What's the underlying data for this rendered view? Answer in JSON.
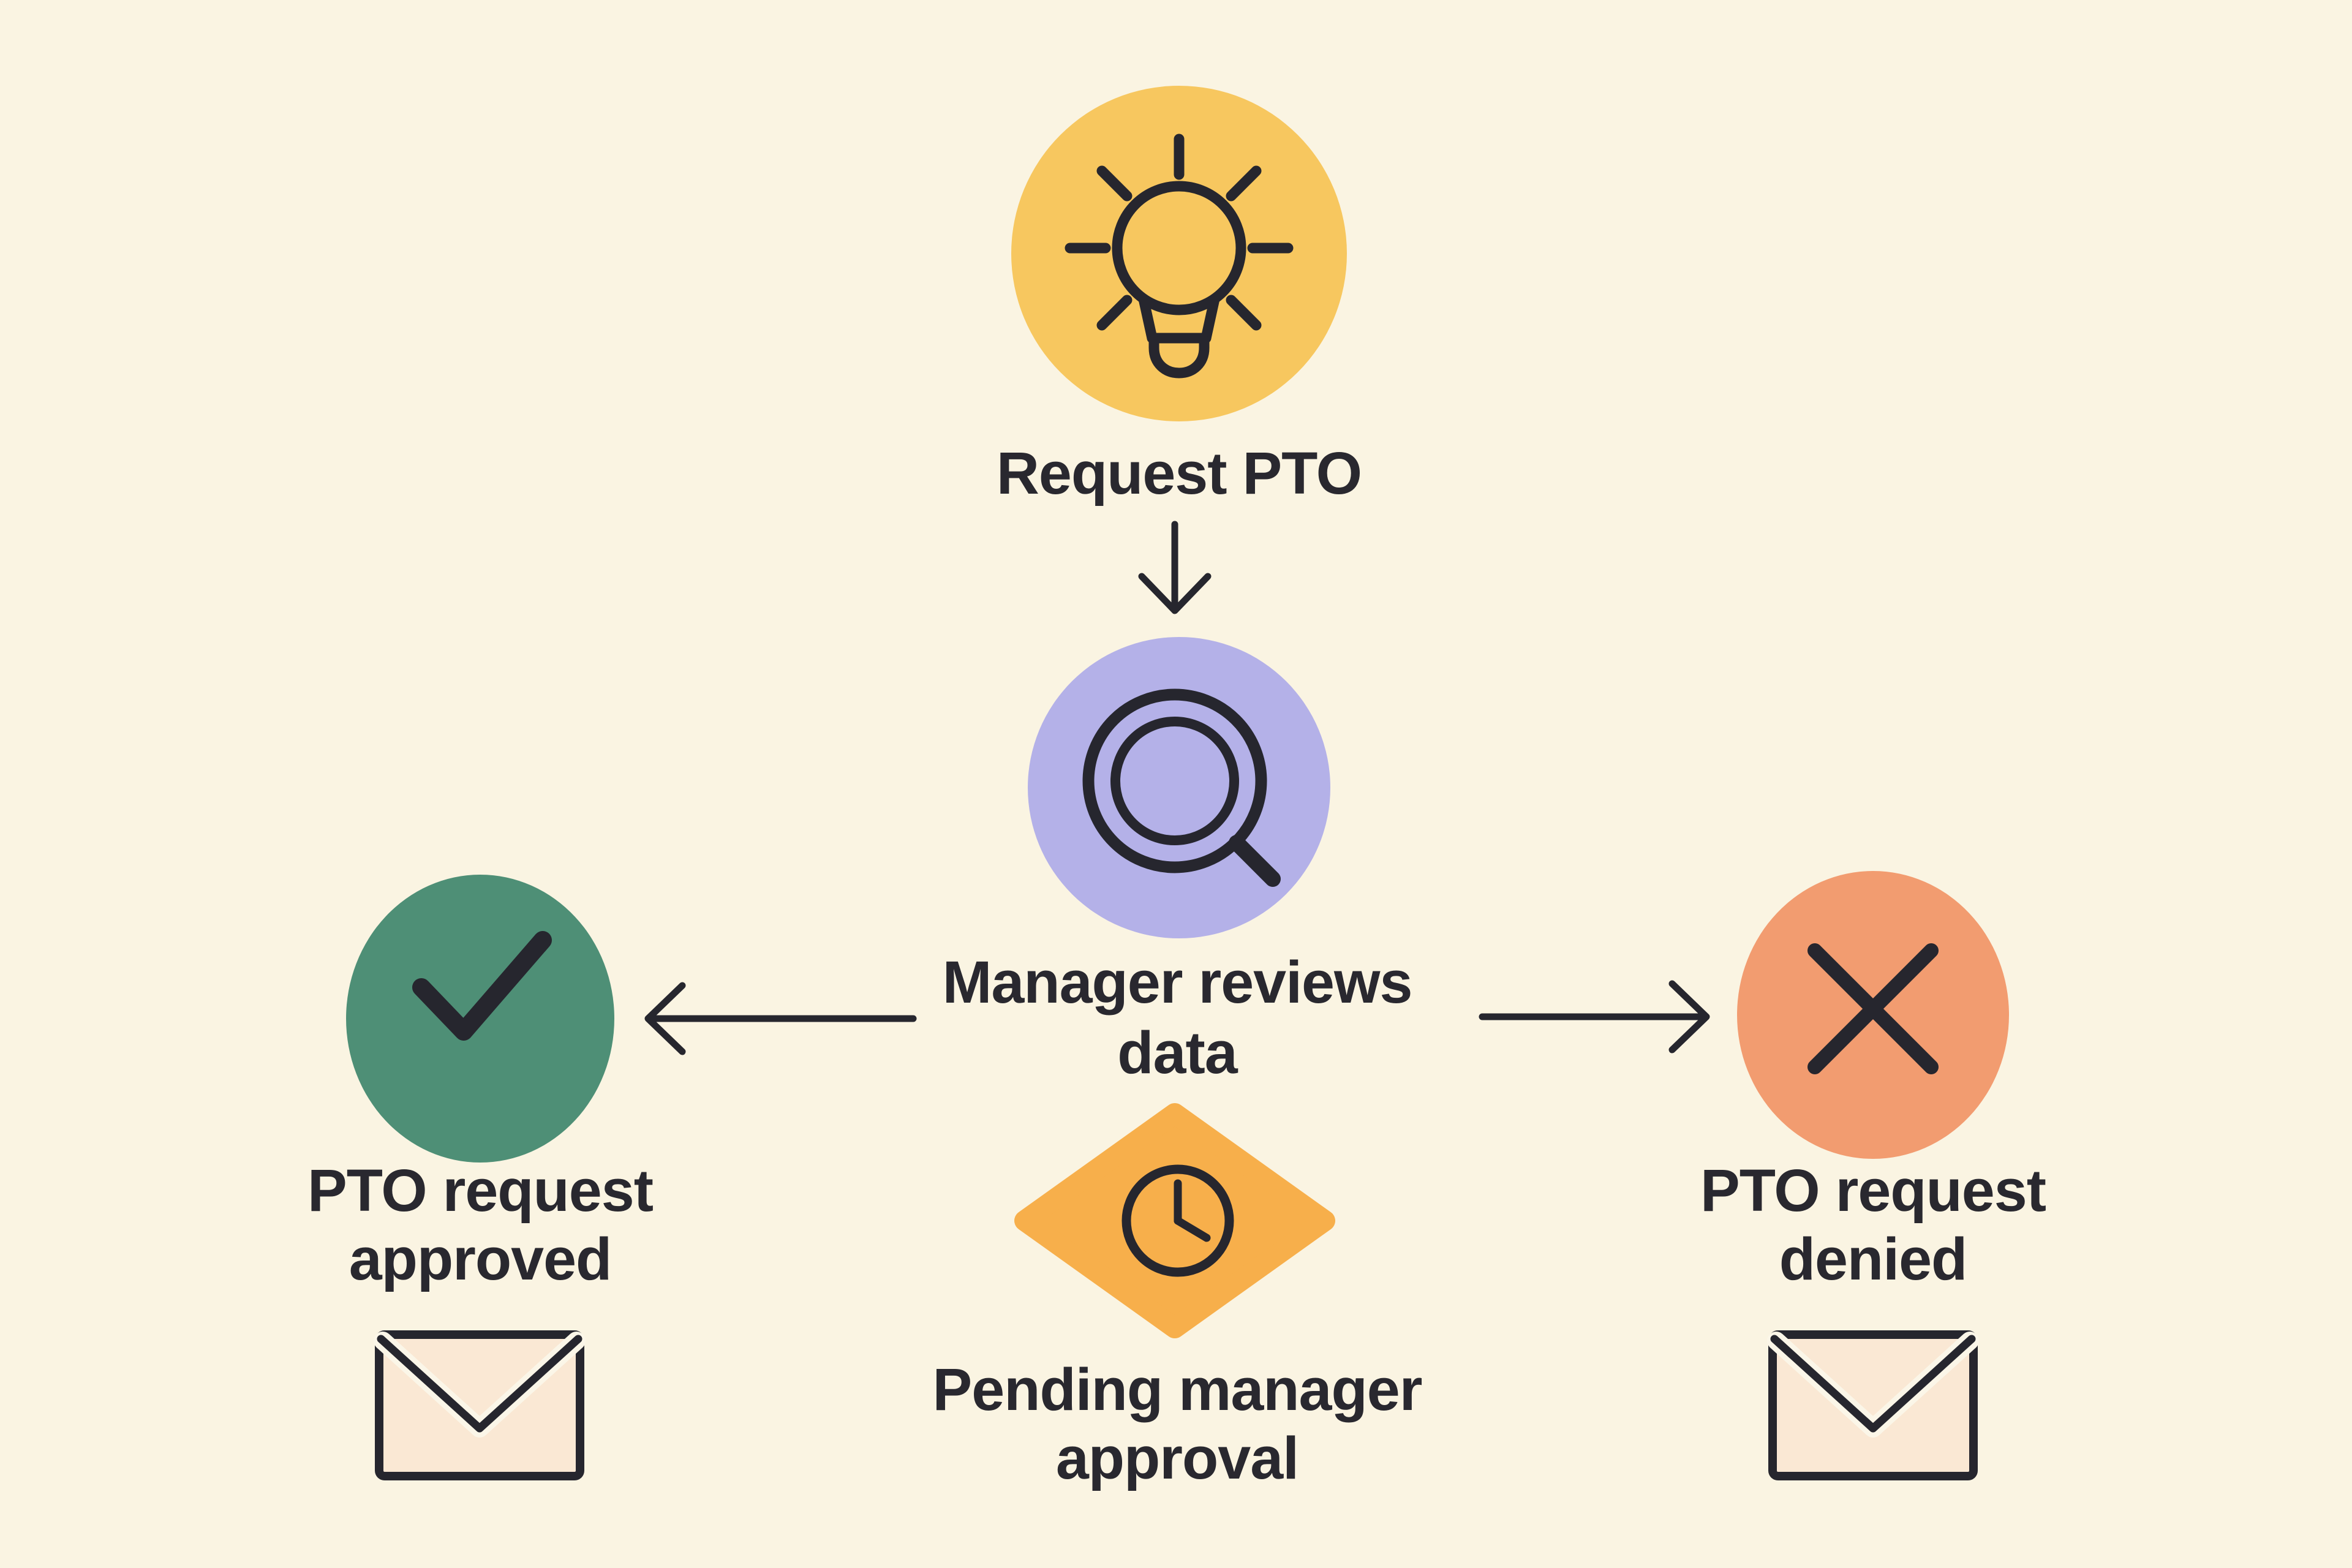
{
  "canvas": {
    "bg": "#FAF4E2",
    "ink": "#26262E",
    "text_color": "#29282F",
    "halo": "#FBF6E8"
  },
  "nodes": {
    "request_pto": {
      "label": "Request PTO",
      "shape": "circle",
      "color": "#F7C75F",
      "icon": "lightbulb-icon"
    },
    "manager_reviews": {
      "line1": "Manager reviews",
      "line2": "data",
      "shape": "circle",
      "color": "#B4B1E8",
      "icon": "magnifier-icon"
    },
    "approved": {
      "line1": "PTO request",
      "line2": "approved",
      "shape": "circle",
      "color": "#4E8F76",
      "icon": "check-icon",
      "attachment_icon": "envelope-icon",
      "envelope_fill": "#FAE8D4"
    },
    "denied": {
      "line1": "PTO request",
      "line2": "denied",
      "shape": "circle",
      "color": "#F29C70",
      "icon": "x-icon",
      "attachment_icon": "envelope-icon",
      "envelope_fill": "#FAE8D4"
    },
    "pending": {
      "line1": "Pending manager",
      "line2": "approval",
      "shape": "diamond",
      "color": "#F7AF4B",
      "icon": "clock-icon"
    }
  },
  "connectors": {
    "request_to_review": "down-arrow",
    "review_to_approved": "left-arrow",
    "review_to_denied": "right-arrow"
  }
}
